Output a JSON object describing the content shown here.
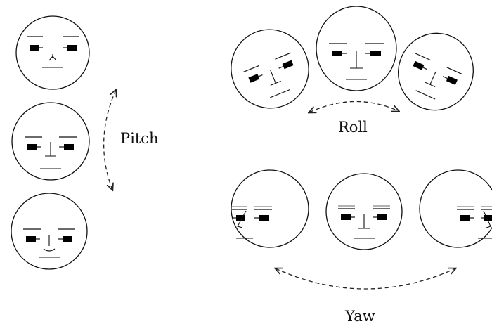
{
  "labels": {
    "pitch": "Pitch",
    "roll": "Roll",
    "yaw": "Yaw"
  },
  "colors": {
    "ink": "#111111",
    "faded_brow": "#9a9a9a",
    "background": "#ffffff"
  },
  "figure": {
    "groups": [
      {
        "axis": "pitch",
        "faces": [
          "tilted-up",
          "neutral",
          "tilted-down"
        ]
      },
      {
        "axis": "roll",
        "faces": [
          "rolled-left",
          "neutral",
          "rolled-right"
        ]
      },
      {
        "axis": "yaw",
        "faces": [
          "turned-left",
          "neutral",
          "turned-right"
        ]
      }
    ]
  }
}
